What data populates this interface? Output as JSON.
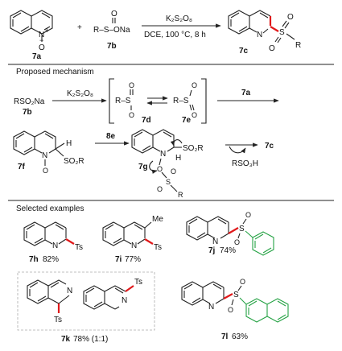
{
  "reaction": {
    "reagent_sulfinate": "R–S–ONa",
    "sulfinate_o": "O",
    "condition_top": "K₂S₂O₈",
    "condition_bottom": "DCE, 100 °C, 8 h",
    "plus": "+",
    "n_plus": "N",
    "n_plus_charge": "+",
    "n_oxide_o": "O",
    "n_oxide_charge": "−",
    "product_n": "N",
    "product_s": "S",
    "product_o1": "O",
    "product_o2": "O",
    "product_r": "R",
    "label_7a": "7a",
    "label_7b": "7b",
    "label_7c": "7c"
  },
  "mechanism": {
    "heading": "Proposed mechanism",
    "start": "RSO₂Na",
    "start_label": "7b",
    "reagent": "K₂S₂O₈",
    "radical_7d": "R–S",
    "radical_7e": "R–S",
    "o": "O",
    "label_7d": "7d",
    "label_7e": "7e",
    "step_reagent_7a": "7a",
    "label_7f": "7f",
    "label_7g": "7g",
    "label_7c": "7c",
    "step_reagent_8e": "8e",
    "h": "H",
    "so2r": "SO₂R",
    "n": "N",
    "byproduct": "RSO₃H",
    "r": "R",
    "s": "S"
  },
  "examples": {
    "heading": "Selected examples",
    "n": "N",
    "ts": "Ts",
    "me": "Me",
    "s": "S",
    "o": "O",
    "items": [
      {
        "id": "7h",
        "yield": "82%"
      },
      {
        "id": "7i",
        "yield": "77%"
      },
      {
        "id": "7j",
        "yield": "74%"
      },
      {
        "id": "7k",
        "yield": "78% (1:1)"
      },
      {
        "id": "7l",
        "yield": "63%"
      }
    ]
  }
}
